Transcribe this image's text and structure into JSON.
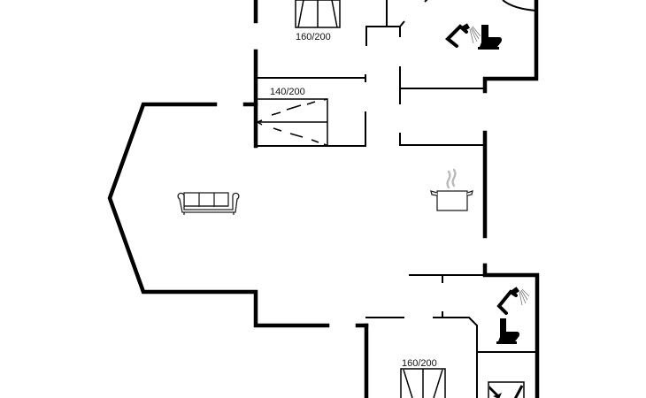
{
  "diagram": {
    "type": "floor-plan",
    "colors": {
      "wall": "#000000",
      "background": "#ffffff",
      "steam": "#bbbbbb"
    },
    "rooms": [
      {
        "id": "bedroom-top",
        "bed_label": "160/200",
        "icon": "double-bed-icon"
      },
      {
        "id": "bedroom-middle",
        "bed_label": "140/200",
        "icon": "bunk-bed-icon"
      },
      {
        "id": "living-room",
        "icon": "sofa-icon"
      },
      {
        "id": "kitchen",
        "icon": "cooking-pot-icon"
      },
      {
        "id": "bathroom-top",
        "icons": [
          "shower-icon",
          "toilet-icon"
        ]
      },
      {
        "id": "bathroom-bottom",
        "icons": [
          "shower-icon",
          "toilet-icon"
        ]
      },
      {
        "id": "bedroom-bottom",
        "bed_label": "160/200",
        "icon": "double-bed-icon"
      }
    ]
  }
}
